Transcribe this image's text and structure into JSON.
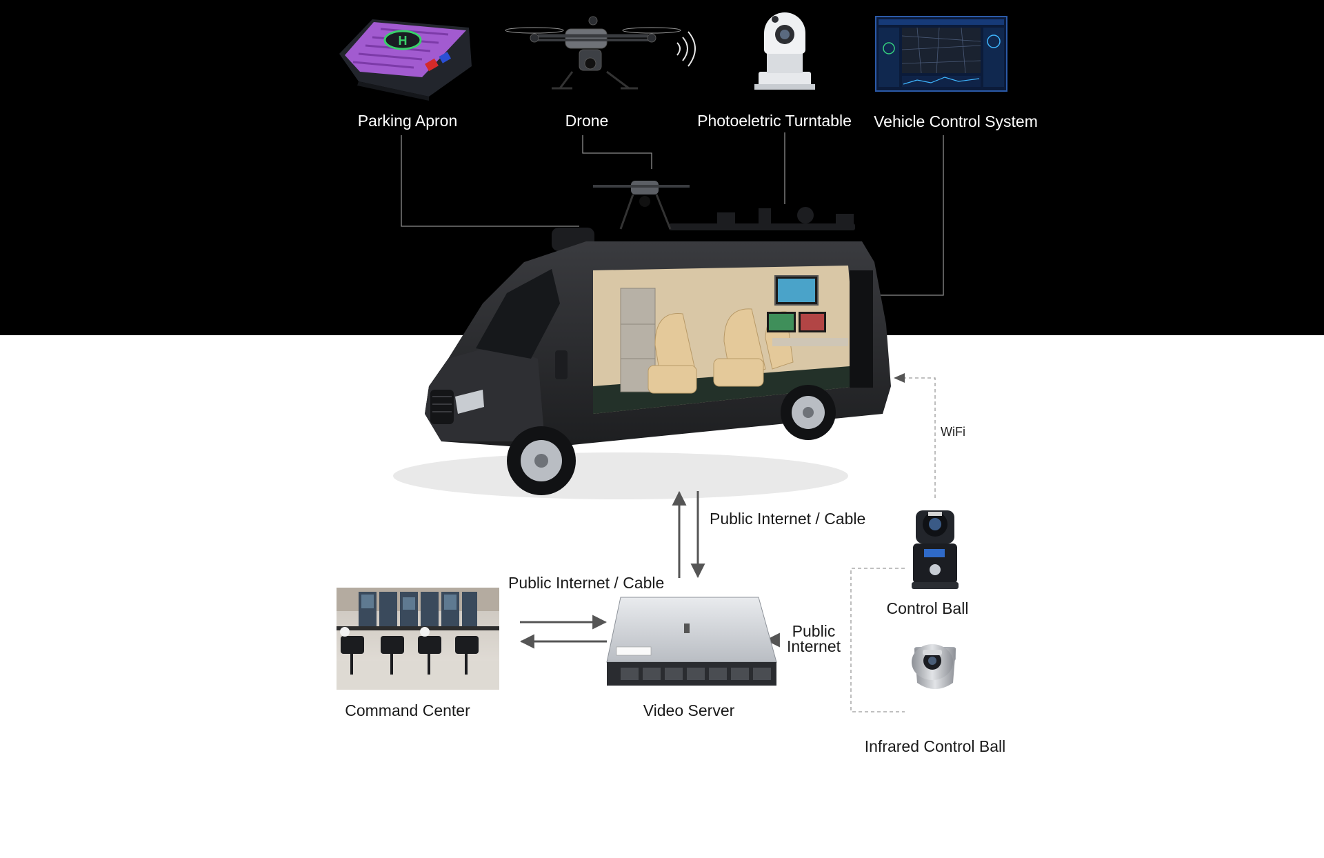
{
  "colors": {
    "top_background": "#000000",
    "bottom_background": "#ffffff",
    "connector_dark_section": "#8c8c8c",
    "connector_light_section": "#555555",
    "dashed_connector": "#9a9a9a",
    "van_body": "#2a2b2e",
    "van_interior": "#d9c7a6",
    "apron_pad": "#a25bd0",
    "apron_marker": "#39d06a"
  },
  "devices": {
    "parking_apron": {
      "label": "Parking Apron",
      "icon": "helipad-icon"
    },
    "drone": {
      "label": "Drone",
      "icon": "drone-icon"
    },
    "photoelectric_turntable": {
      "label": "Photoeletric Turntable",
      "icon": "turntable-camera-icon"
    },
    "vehicle_control_system": {
      "label": "Vehicle Control System",
      "icon": "monitor-dashboard-icon"
    },
    "command_center": {
      "label": "Command Center",
      "icon": "control-room-icon"
    },
    "video_server": {
      "label": "Video Server",
      "icon": "rack-server-icon"
    },
    "control_ball": {
      "label": "Control Ball",
      "icon": "ptz-camera-icon"
    },
    "infrared_control_ball": {
      "label": "Infrared Control Ball",
      "icon": "infrared-ptz-camera-icon"
    },
    "vehicle": {
      "icon": "command-van-icon"
    }
  },
  "links": {
    "van_to_server": "Public Internet / Cable",
    "command_to_server": "Public Internet / Cable",
    "cameras_to_server_line1": "Public",
    "cameras_to_server_line2": "Internet",
    "camera_to_van": "WiFi"
  }
}
